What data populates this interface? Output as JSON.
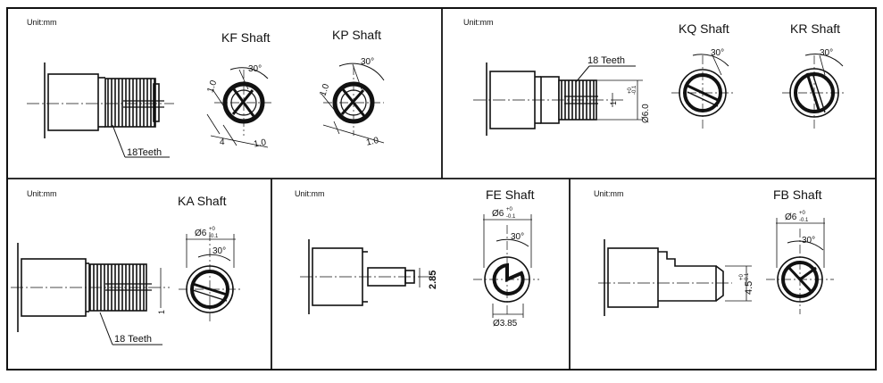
{
  "sheet": {
    "border_color": "#111111",
    "panels": [
      {
        "id": "top-left",
        "unit": "Unit:mm",
        "shafts": [
          {
            "name": "KF Shaft"
          },
          {
            "name": "KP Shaft"
          }
        ],
        "dims": {
          "teeth": "18Teeth",
          "angle_kf": "30°",
          "angle_kp": "30°",
          "gap_kf": "1.0",
          "slot_kf": "1.0",
          "width_kf": "4",
          "gap_kp": "1.0",
          "slot_kp": "1.0"
        }
      },
      {
        "id": "top-right",
        "unit": "Unit:mm",
        "shafts": [
          {
            "name": "KQ Shaft"
          },
          {
            "name": "KR Shaft"
          }
        ],
        "dims": {
          "teeth": "18 Teeth",
          "slot": "1",
          "diameter": "Ø6.0",
          "tol_up": "+0",
          "tol_down": "-0.1",
          "angle_kq": "30°",
          "angle_kr": "30°"
        }
      },
      {
        "id": "bottom-left",
        "unit": "Unit:mm",
        "shafts": [
          {
            "name": "KA  Shaft"
          }
        ],
        "dims": {
          "teeth": "18 Teeth",
          "slot": "1",
          "diameter": "Ø6",
          "tol_up": "+0",
          "tol_down": "-0.1",
          "angle": "30°"
        }
      },
      {
        "id": "bottom-mid",
        "unit": "Unit:mm",
        "shafts": [
          {
            "name": "FE  Shaft"
          }
        ],
        "dims": {
          "tip": "2.85",
          "diameter": "Ø6",
          "tol_up": "+0",
          "tol_down": "-0.1",
          "angle": "30°",
          "bore": "Ø3.85"
        }
      },
      {
        "id": "bottom-right",
        "unit": "Unit:mm",
        "shafts": [
          {
            "name": "FB  Shaft"
          }
        ],
        "dims": {
          "flat": "4.5",
          "flat_tol_up": "+0",
          "flat_tol_down": "-0.1",
          "diameter": "Ø6",
          "tol_up": "+0",
          "tol_down": "-0.1",
          "angle": "30°"
        }
      }
    ]
  }
}
